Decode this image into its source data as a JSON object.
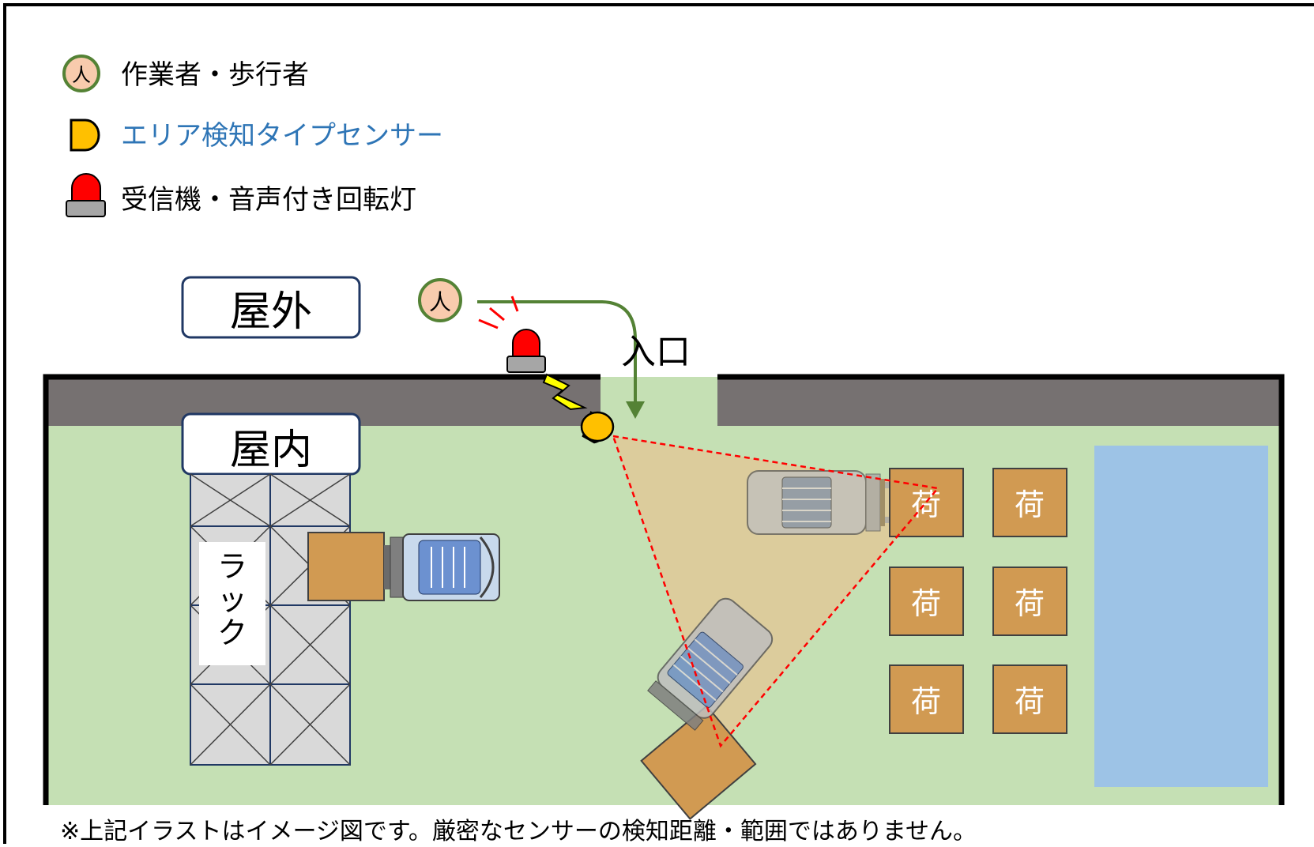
{
  "legend": {
    "person_icon_label": "人",
    "person_text": "作業者・歩行者",
    "sensor_text": "エリア検知タイプセンサー",
    "receiver_text": "受信機・音声付き回転灯"
  },
  "labels": {
    "outdoor": "屋外",
    "indoor": "屋内",
    "entrance": "入口",
    "rack_line1": "ラ",
    "rack_line2": "ッ",
    "rack_line3": "ク",
    "person_map_label": "人"
  },
  "cargo": [
    "荷",
    "荷",
    "荷",
    "荷",
    "荷",
    "荷"
  ],
  "footnote": "※上記イラストはイメージ図です。厳密なセンサーの検知距離・範囲ではありません。",
  "colors": {
    "floor": "#c5e0b4",
    "wall": "#767171",
    "cargo": "#d19a52",
    "water": "#9dc3e6",
    "rack": "#d9d9d9",
    "sensor": "#ffc000",
    "lamp": "#ff0000",
    "detect_area": "#dfc898",
    "arrow": "#548235",
    "sensor_text": "#2e75b6"
  }
}
